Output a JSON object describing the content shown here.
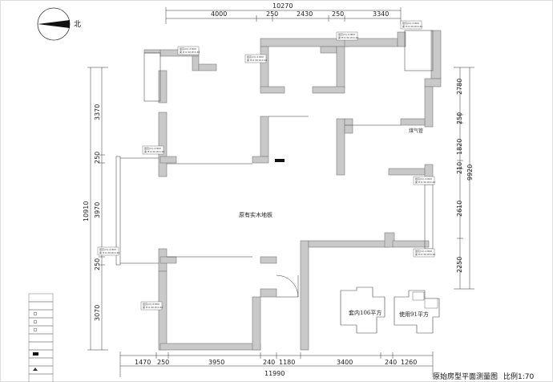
{
  "compass": {
    "label": "北"
  },
  "dimensions": {
    "top_total": "10270",
    "top_segments": [
      "4000",
      "250",
      "2430",
      "250",
      "3340"
    ],
    "bottom_total": "11990",
    "bottom_segments": [
      "1470",
      "250",
      "3950",
      "240",
      "1180",
      "3400",
      "240",
      "1260"
    ],
    "left_total": "10910",
    "left_segments": [
      "3370",
      "250",
      "3970",
      "250",
      "3070"
    ],
    "right_total": "9920",
    "right_segments": [
      "2780",
      "250",
      "1820",
      "210",
      "2610",
      "2250"
    ]
  },
  "rooms": {
    "living": "原有实木地板",
    "gas_pipe": "煤气管"
  },
  "area_labels": {
    "inner": "套内106平方",
    "usable": "使用91平方"
  },
  "tags": {
    "line1": "层高(m):2.800",
    "line2": "梁 H:0.30 W:0.20"
  },
  "title_block": {
    "title": "原始房型平面测量图",
    "scale": "比例1:70"
  }
}
